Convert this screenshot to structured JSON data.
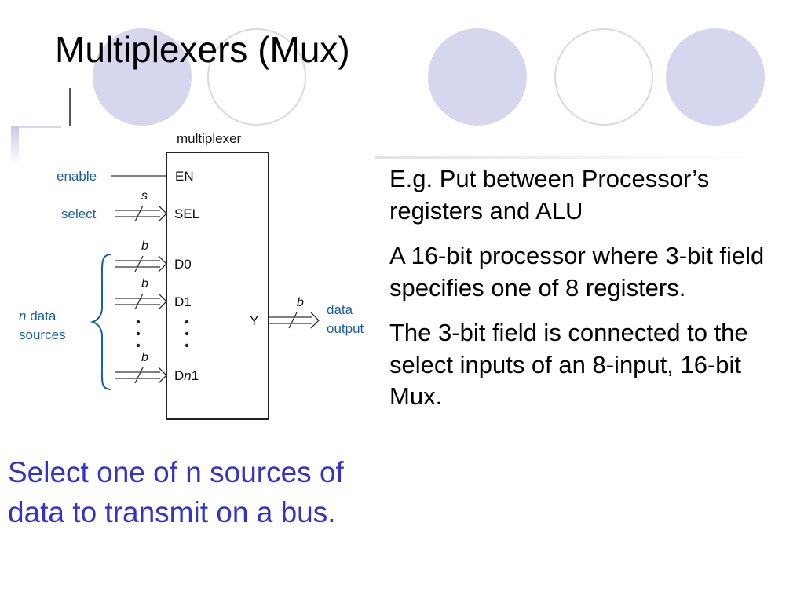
{
  "slide": {
    "title": "Multiplexers (Mux)",
    "accent_color": "#d6d6ee",
    "caption_color": "#3333cc"
  },
  "diagram": {
    "header": "multiplexer",
    "enable_label": "enable",
    "select_label": "select",
    "select_width": "s",
    "bus_width": "b",
    "inputs_group_label_italic": "n",
    "inputs_group_label_line1": " data",
    "inputs_group_label_line2": "sources",
    "pin_en": "EN",
    "pin_sel": "SEL",
    "pin_d0": "D0",
    "pin_d1": "D1",
    "pin_dn_prefix": "D",
    "pin_dn_italic": "n",
    "pin_dn_suffix": "1",
    "pin_y": "Y",
    "output_label_line1": "data",
    "output_label_line2": "output",
    "wire_color": "#333333",
    "label_color": "#1a5fa0"
  },
  "caption": "Select one of n sources of data to transmit on a bus.",
  "paragraphs": [
    "E.g. Put between Processor’s registers and ALU",
    "A 16-bit processor where 3-bit field specifies one of 8 registers.",
    "The 3-bit field is connected to the select inputs of an 8-input, 16-bit Mux."
  ]
}
